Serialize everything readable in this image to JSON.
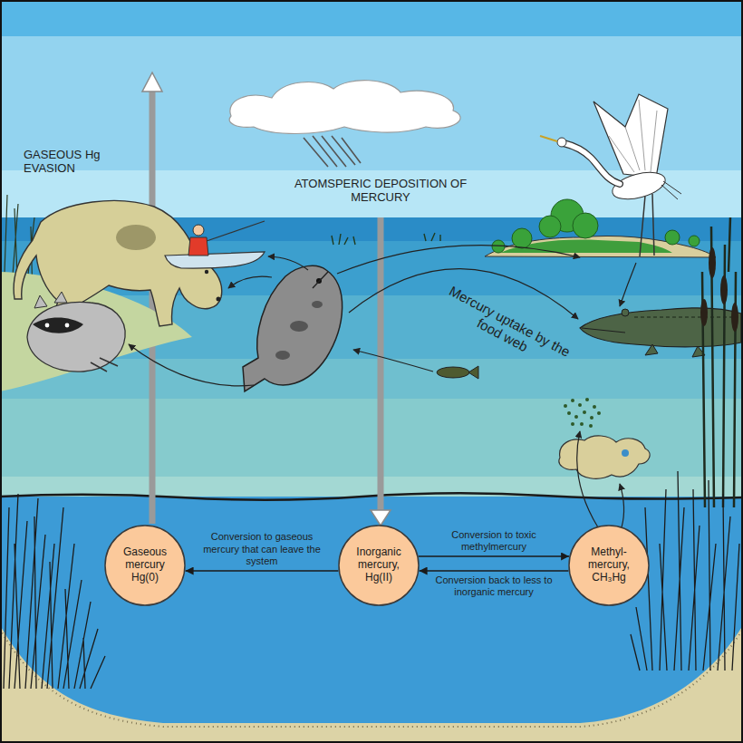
{
  "diagram": {
    "nodes": [
      {
        "text": [
          "Gaseous mercury Hg(0)"
        ]
      },
      {
        "text": [
          "Inorganic mercury, Hg(II)"
        ]
      },
      {
        "text": [
          "Methyl- mercury, CH₃Hg"
        ]
      }
    ],
    "edges": [
      {
        "from": 1,
        "to": 0,
        "arrow": "to",
        "label": "Conversion to gaseous mercury that can leave the system"
      },
      {
        "from": 1,
        "to": 2,
        "arrow": "to",
        "label": "Conversion to toxic methylmercury"
      },
      {
        "from": 2,
        "to": 1,
        "arrow": "to",
        "label": "Conversion back to less to inorganic mercury"
      }
    ],
    "labels": [
      "GASEOUS Hg EVASION",
      "ATOMSPERIC DEPOSITION OF MERCURY",
      "Mercury uptake by the food web"
    ]
  }
}
